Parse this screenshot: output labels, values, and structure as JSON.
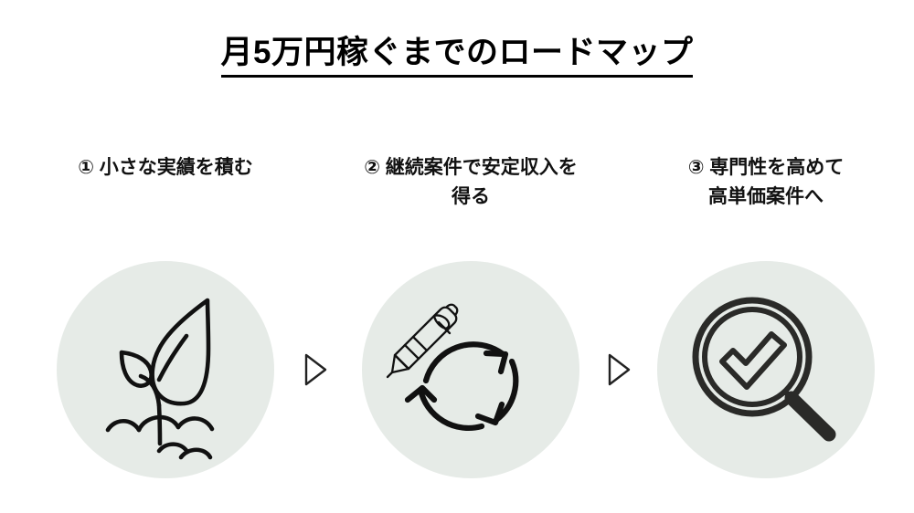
{
  "slide": {
    "background_color": "#ffffff",
    "title": "月5万円稼ぐまでのロードマップ",
    "title_color": "#000000",
    "circle_color": "#e6ebe7",
    "icon_stroke_color": "#111111",
    "arrow_color": "#222222"
  },
  "steps": [
    {
      "number": "①",
      "label": "① 小さな実績を積む",
      "icon": "sprout-icon",
      "icon_description": "seedling sprouting from soil"
    },
    {
      "number": "②",
      "label": "② 継続案件で安定収入を\n得る",
      "icon": "pen-cycle-icon",
      "icon_description": "pen with circular recycle arrows"
    },
    {
      "number": "③",
      "label": "③ 専門性を高めて\n高単価案件へ",
      "icon": "magnifier-check-icon",
      "icon_description": "magnifying glass with check mark"
    }
  ],
  "connectors": [
    {
      "name": "arrow-1",
      "glyph": "triangle-right-outline"
    },
    {
      "name": "arrow-2",
      "glyph": "triangle-right-outline"
    }
  ]
}
